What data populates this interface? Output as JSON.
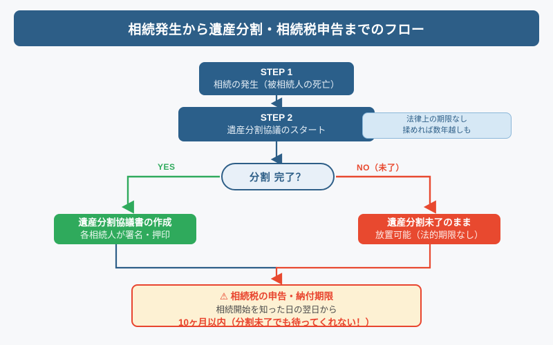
{
  "header": {
    "title": "相続発生から遺産分割・相続税申告までのフロー",
    "color": "#2d5e87"
  },
  "nodes": {
    "step1": {
      "title": "STEP 1",
      "subtitle": "相続の発生（被相続人の死亡）",
      "color": "#2b5f8a"
    },
    "step2": {
      "title": "STEP 2",
      "subtitle": "遺産分割協議のスタート",
      "color": "#2b5f8a"
    },
    "note": {
      "line1": "法律上の期限なし",
      "line2": "揉めれば数年越しも",
      "color": "#d6e8f5"
    },
    "decision": {
      "label": "分割 完了？",
      "color": "#e8f0f8"
    },
    "yes_outcome": {
      "title": "遺産分割協議書の作成",
      "subtitle": "各相続人が署名・押印",
      "color": "#2faa5c"
    },
    "no_outcome": {
      "title": "遺産分割未了のまま",
      "subtitle": "放置可能（法的期限なし）",
      "color": "#e8492f"
    },
    "warning": {
      "icon": "warning-triangle-icon",
      "title": "⚠ 相続税の申告・納付期限",
      "line2": "相続開始を知った日の翌日から",
      "line3": "10ヶ月以内（分割未了でも待ってくれない！）",
      "fill": "#fdf1d3",
      "border": "#e8442e"
    }
  },
  "edges": {
    "yes_label": "YES",
    "no_label": "NO（未了）",
    "yes_color": "#2faa5c",
    "no_color": "#e8492f",
    "default_color": "#2d5e87"
  }
}
